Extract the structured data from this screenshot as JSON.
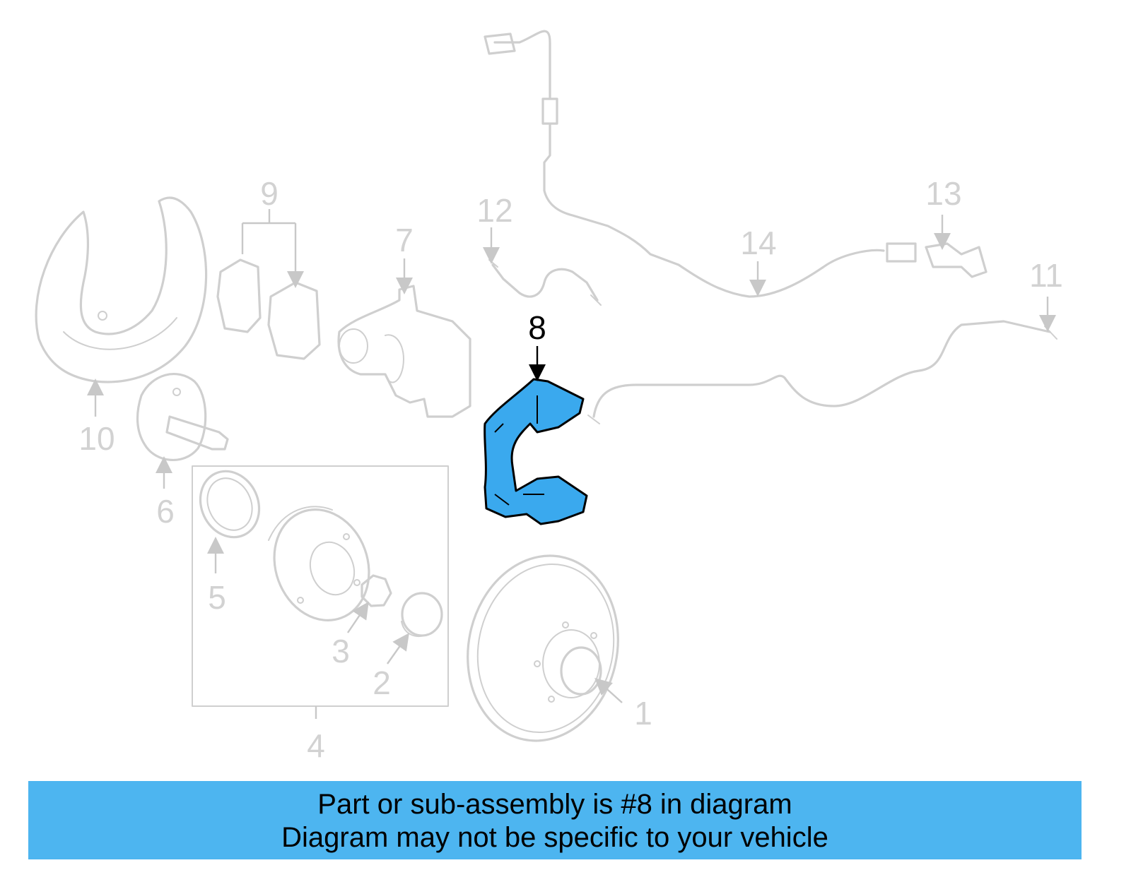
{
  "diagram": {
    "callouts": {
      "c1": "1",
      "c2": "2",
      "c3": "3",
      "c4": "4",
      "c5": "5",
      "c6": "6",
      "c7": "7",
      "c8": "8",
      "c9": "9",
      "c10": "10",
      "c11": "11",
      "c12": "12",
      "c13": "13",
      "c14": "14"
    },
    "highlighted_part": "8",
    "colors": {
      "highlight": "#3aa9ee",
      "ghost": "#cfcfcf",
      "banner": "#4db5f0"
    }
  },
  "banner": {
    "line1": "Part or sub-assembly is #8 in diagram",
    "line2": "Diagram may not be specific to your vehicle"
  }
}
